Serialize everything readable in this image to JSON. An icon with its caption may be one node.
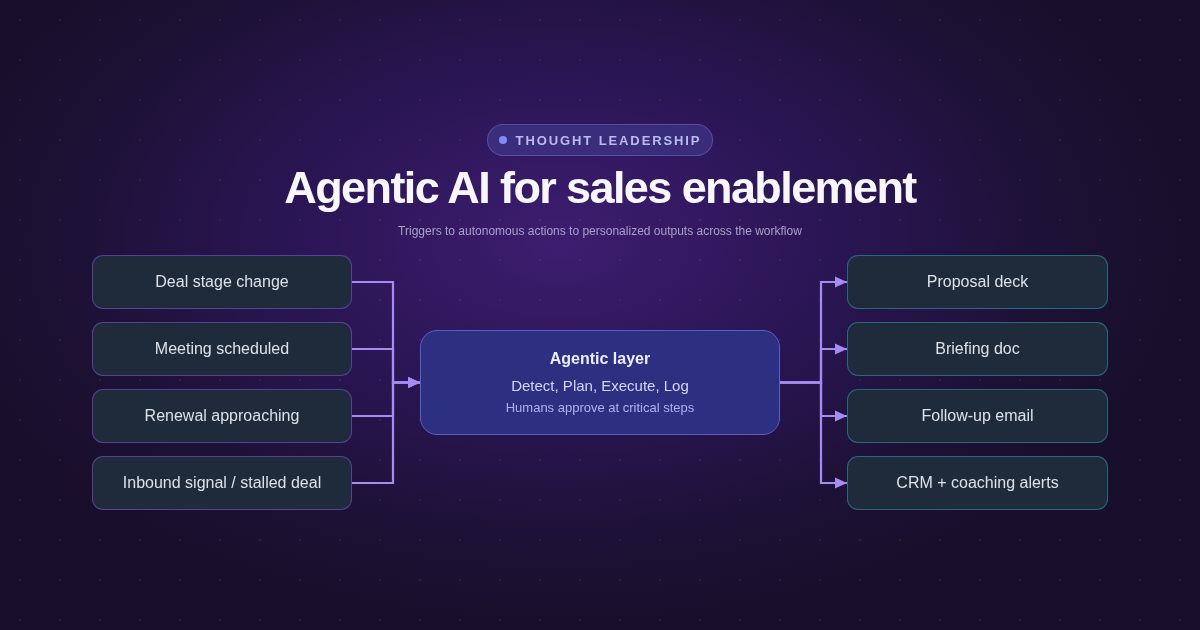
{
  "diagram": {
    "title": "Agentic AI for sales enablement",
    "nodes": [
      {
        "text": [
          "Deal stage change"
        ]
      },
      {
        "text": [
          "Meeting scheduled"
        ]
      },
      {
        "text": [
          "Renewal approaching"
        ]
      },
      {
        "text": [
          "Inbound signal / stalled deal"
        ]
      },
      {
        "text": [
          "Agentic layer",
          "Detect, Plan, Execute, Log",
          "Humans approve at critical steps"
        ]
      },
      {
        "text": [
          "Proposal deck"
        ]
      },
      {
        "text": [
          "Briefing doc"
        ]
      },
      {
        "text": [
          "Follow-up email"
        ]
      },
      {
        "text": [
          "CRM + coaching alerts"
        ]
      }
    ],
    "edges": [
      {
        "from": 0,
        "to": 4,
        "arrow": "to"
      },
      {
        "from": 1,
        "to": 4,
        "arrow": "to"
      },
      {
        "from": 2,
        "to": 4,
        "arrow": "to"
      },
      {
        "from": 3,
        "to": 4,
        "arrow": "to"
      },
      {
        "from": 4,
        "to": 5,
        "arrow": "to"
      },
      {
        "from": 4,
        "to": 6,
        "arrow": "to"
      },
      {
        "from": 4,
        "to": 7,
        "arrow": "to"
      },
      {
        "from": 4,
        "to": 8,
        "arrow": "to"
      }
    ],
    "labels": [
      "THOUGHT LEADERSHIP",
      "Triggers to autonomous actions to personalized outputs across the workflow"
    ]
  }
}
